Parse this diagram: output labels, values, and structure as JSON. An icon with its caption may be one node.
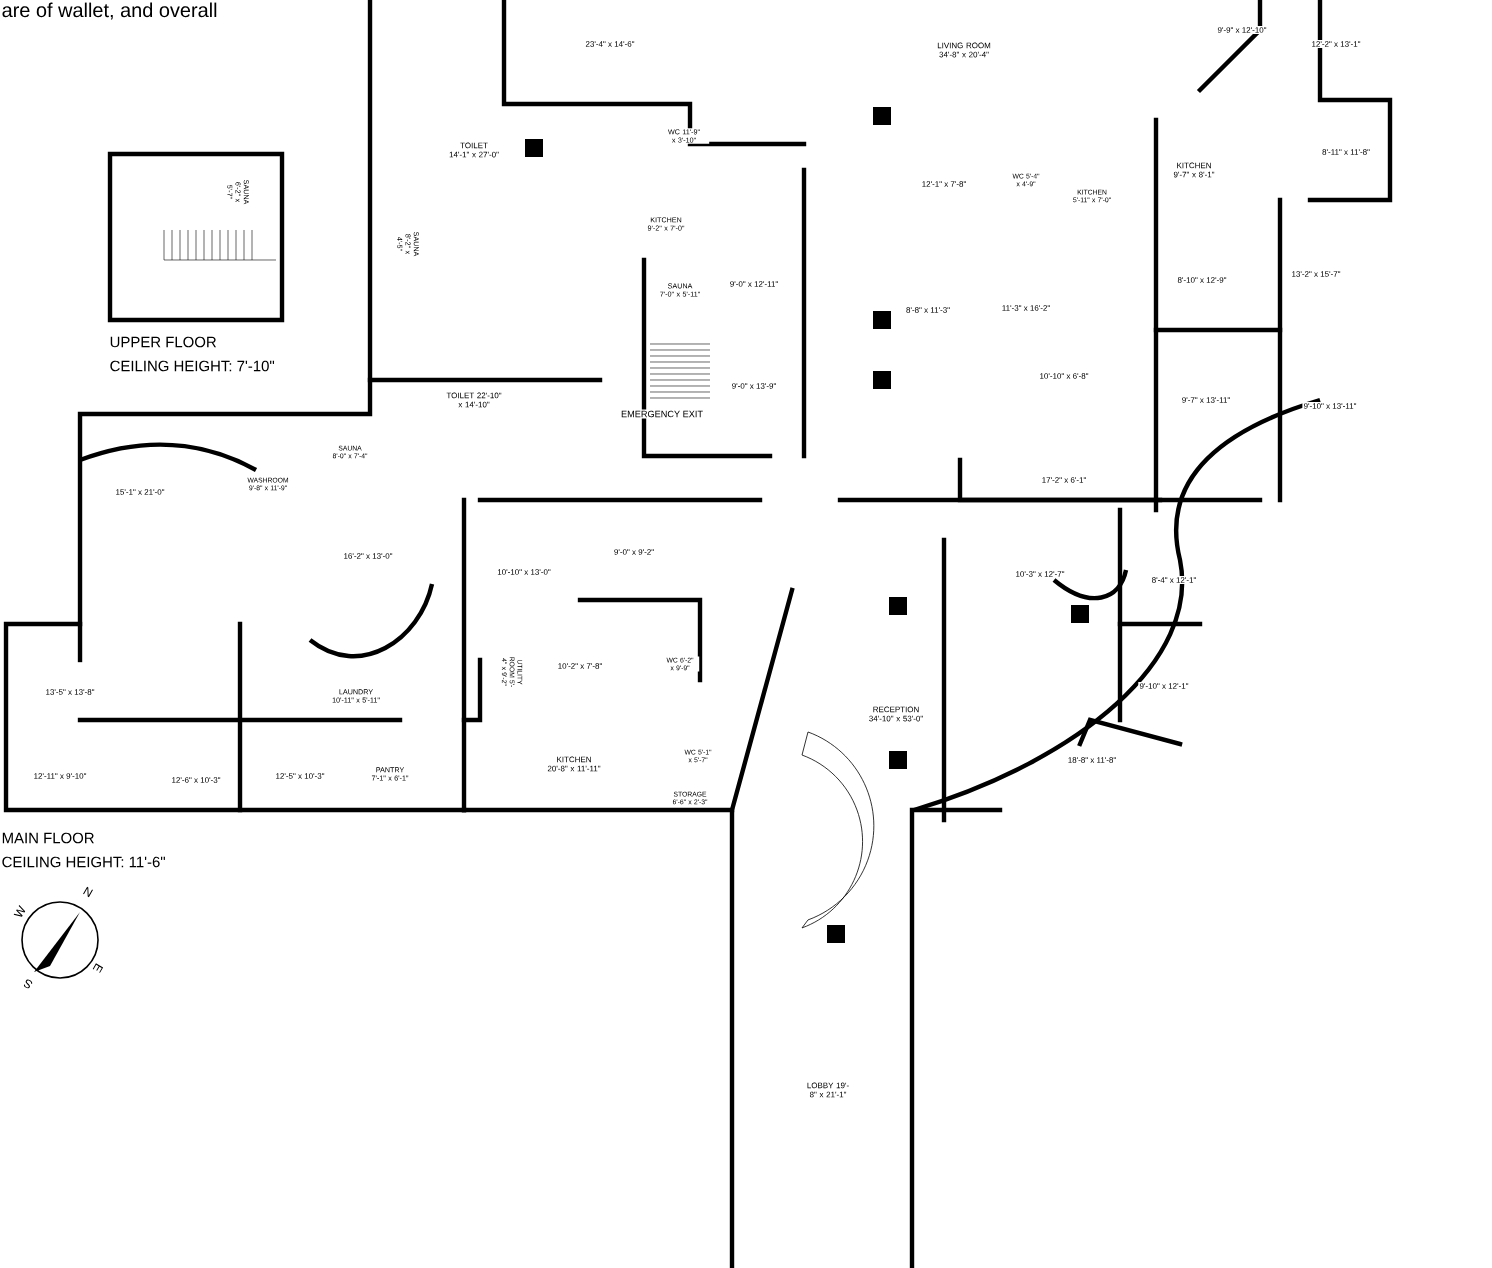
{
  "diagram": {
    "labels": [
      "are of wallet, and overall",
      "23'-4\" x 14'-6\"",
      "TOILET 14'-1\" x 27'-0\"",
      "WC 11'-9\" x 3'-10\"",
      "KITCHEN 9'-2\" x 7'-0\"",
      "SAUNA 6'-2\" x 5'-7\"",
      "SAUNA 8'-2\" x 4'-5\"",
      "SAUNA 7'-0\" x 5'-11\"",
      "9'-0\" x 12'-11\"",
      "9'-0\" x 13'-9\"",
      "TOILET 22'-10\" x 14'-10\"",
      "EMERGENCY EXIT",
      "UPPER FLOOR",
      "CEILING HEIGHT: 7'-10\"",
      "LIVING ROOM 34'-8\" x 20'-4\"",
      "9'-9\" x 12'-10\"",
      "12'-2\" x 13'-1\"",
      "12'-1\" x 7'-8\"",
      "WC 5'-4\" x 4'-9\"",
      "KITCHEN 5'-11\" x 7'-0\"",
      "KITCHEN 9'-7\" x 8'-1\"",
      "8'-11\" x 11'-8\"",
      "8'-10\" x 12'-9\"",
      "13'-2\" x 15'-7\"",
      "8'-8\" x 11'-3\"",
      "11'-3\" x 16'-2\"",
      "10'-10\" x 6'-8\"",
      "9'-7\" x 13'-11\"",
      "9'-10\" x 13'-11\"",
      "17'-2\" x 6'-1\"",
      "SAUNA 8'-0\" x 7'-4\"",
      "WASHROOM 9'-8\" x 11'-9\"",
      "15'-1\" x 21'-0\"",
      "16'-2\" x 13'-0\"",
      "10'-10\" x 13'-0\"",
      "9'-0\" x 9'-2\"",
      "UTILITY ROOM 5'-4\" x 9'-2\"",
      "10'-2\" x 7'-8\"",
      "WC 6'-2\" x 9'-9\"",
      "13'-5\" x 13'-8\"",
      "LAUNDRY 10'-11\" x 5'-11\"",
      "12'-11\" x 9'-10\"",
      "12'-6\" x 10'-3\"",
      "12'-5\" x 10'-3\"",
      "PANTRY 7'-1\" x 6'-1\"",
      "KITCHEN 20'-8\" x 11'-11\"",
      "WC 5'-1\" x 5'-7\"",
      "STORAGE 6'-6\" x 2'-3\"",
      "RECEPTION 34'-10\" x 53'-0\"",
      "10'-3\" x 12'-7\"",
      "8'-4\" x 12'-1\"",
      "9'-10\" x 12'-1\"",
      "18'-8\" x 11'-8\"",
      "LOBBY 19'-8\" x 21'-1\"",
      "MAIN FLOOR",
      "CEILING HEIGHT: 11'-6\"",
      "N",
      "E",
      "S",
      "W"
    ]
  }
}
